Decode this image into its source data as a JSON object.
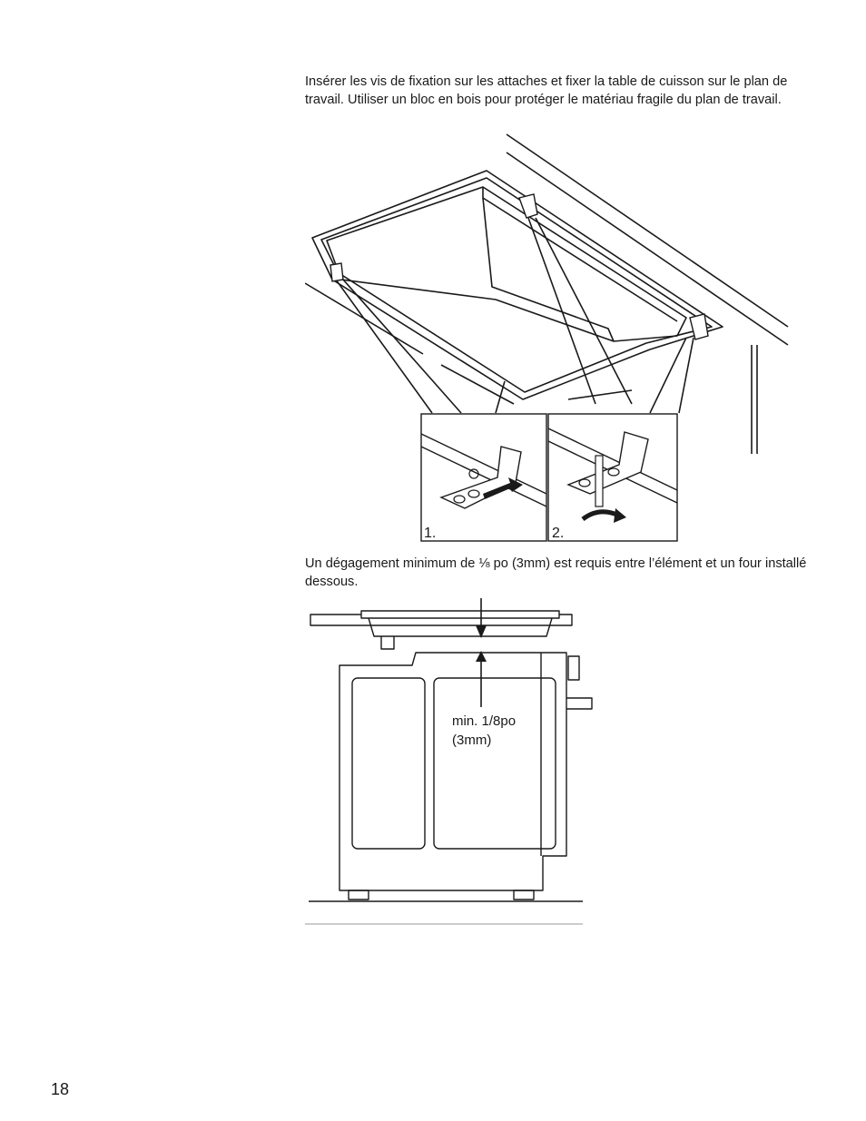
{
  "paragraphs": {
    "fixing": "Insérer les vis de fixation sur les attaches et fixer la table de cuisson sur le plan de travail. Utiliser un bloc en bois pour protéger le matériau fragile du plan de travail.",
    "clearance": "Un dégagement minimum de ⅛ po (3mm) est requis entre l’élément et un four installé dessous."
  },
  "figure1": {
    "step1": "1.",
    "step2": "2."
  },
  "figure2": {
    "min_label": "min. 1/8po",
    "mm_label": "(3mm)"
  },
  "page_number": "18"
}
